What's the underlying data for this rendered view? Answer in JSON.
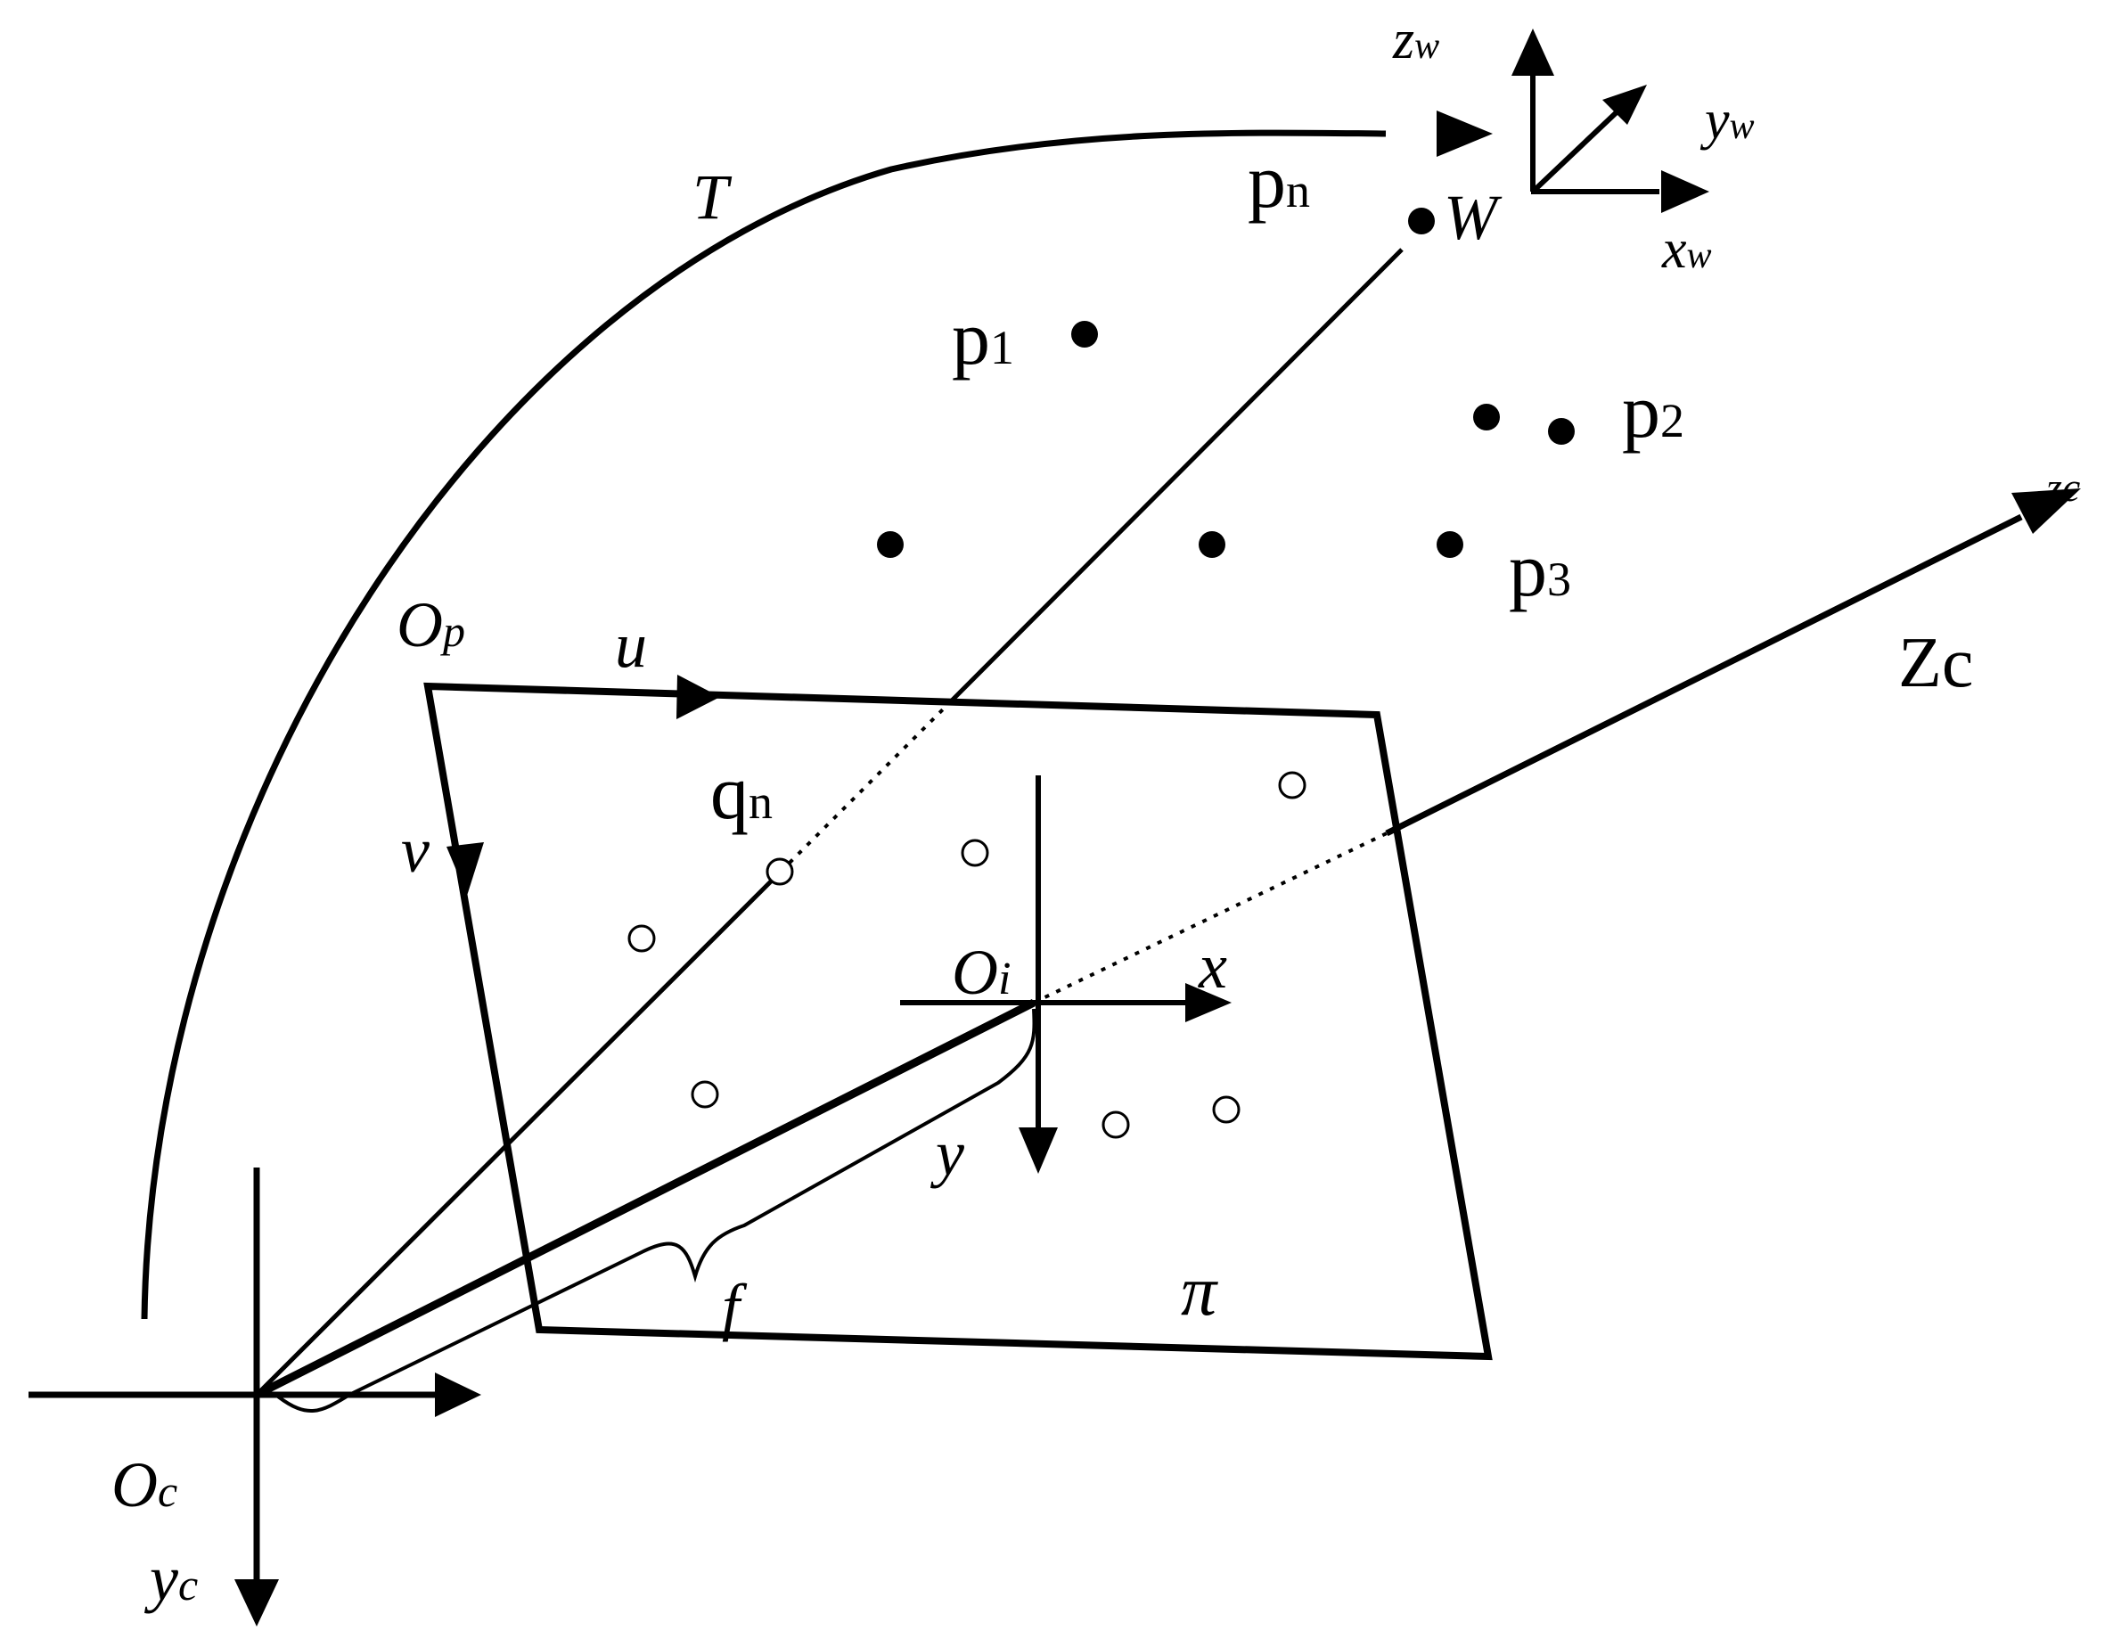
{
  "labels": {
    "T": "T",
    "pn_main": "p",
    "pn_sub": "n",
    "W": "W",
    "zw_main": "z",
    "zw_sub": "w",
    "yw_main": "y",
    "yw_sub": "w",
    "xw_main": "x",
    "xw_sub": "w",
    "p1_main": "p",
    "p1_sub": "1",
    "p2_main": "p",
    "p2_sub": "2",
    "p3_main": "p",
    "p3_sub": "3",
    "zc_small": "zc",
    "Zc": "Zc",
    "Op_main": "O",
    "Op_sub": "p",
    "u": "u",
    "v": "v",
    "qn_main": "q",
    "qn_sub": "n",
    "Oi_main": "O",
    "Oi_sub": "i",
    "x": "x",
    "y": "y",
    "f": "f",
    "pi": "π",
    "Oc_main": "O",
    "Oc_sub": "c",
    "yc_main": "y",
    "yc_sub": "c"
  },
  "colors": {
    "stroke": "#000000",
    "background": "#ffffff"
  }
}
